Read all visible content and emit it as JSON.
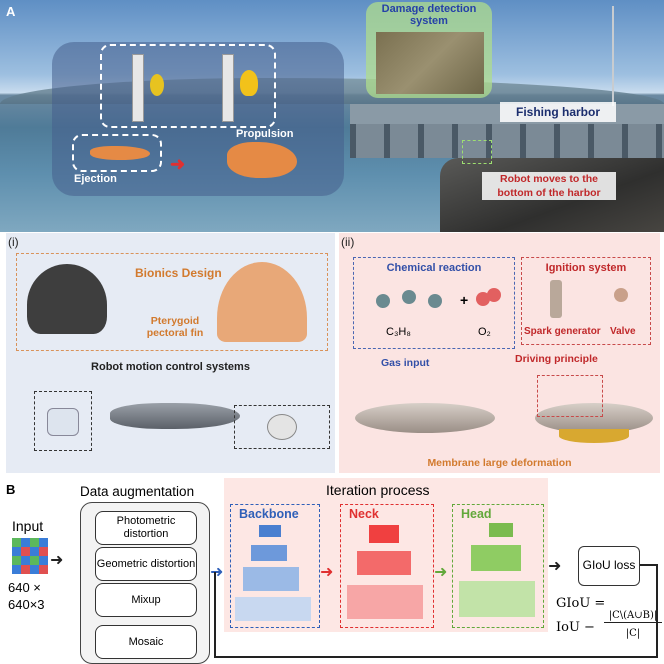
{
  "panel_a": {
    "letter": "A",
    "damage_detection": "Damage detection system",
    "fishing_harbor": "Fishing harbor",
    "propulsion": "Propulsion",
    "ejection": "Ejection",
    "robot_moves": "Robot moves to the bottom of the harbor"
  },
  "panel_i": {
    "label": "(i)",
    "bionics": "Bionics Design",
    "pterygoid": "Pterygoid pectoral fin",
    "motion": "Robot motion control systems"
  },
  "panel_ii": {
    "label": "(ii)",
    "chemical": "Chemical reaction",
    "c3h8": "C₃H₈",
    "plus": "+",
    "o2": "O₂",
    "ignition": "Ignition system",
    "spark": "Spark generator",
    "valve": "Valve",
    "gas_input": "Gas input",
    "driving": "Driving principle",
    "membrane": "Membrane large deformation"
  },
  "panel_b": {
    "letter": "B",
    "input": "Input",
    "size1": "640 ×",
    "size2": "640×3",
    "data_aug": "Data augmentation",
    "aug_items": [
      "Photometric distortion",
      "Geometric distortion",
      "Mixup",
      "Mosaic"
    ],
    "iteration": "Iteration process",
    "backbone": "Backbone",
    "neck": "Neck",
    "head": "Head",
    "giou_loss": "GIoU loss",
    "formula_line1": "GIoU =",
    "formula_iou": "IoU −",
    "formula_num": "|C\\(A∪B)|",
    "formula_den": "|C|"
  },
  "colors": {
    "backbone": "#2f5fb8",
    "neck": "#e03030",
    "head": "#62a83a",
    "orange": "#d27a2e"
  }
}
